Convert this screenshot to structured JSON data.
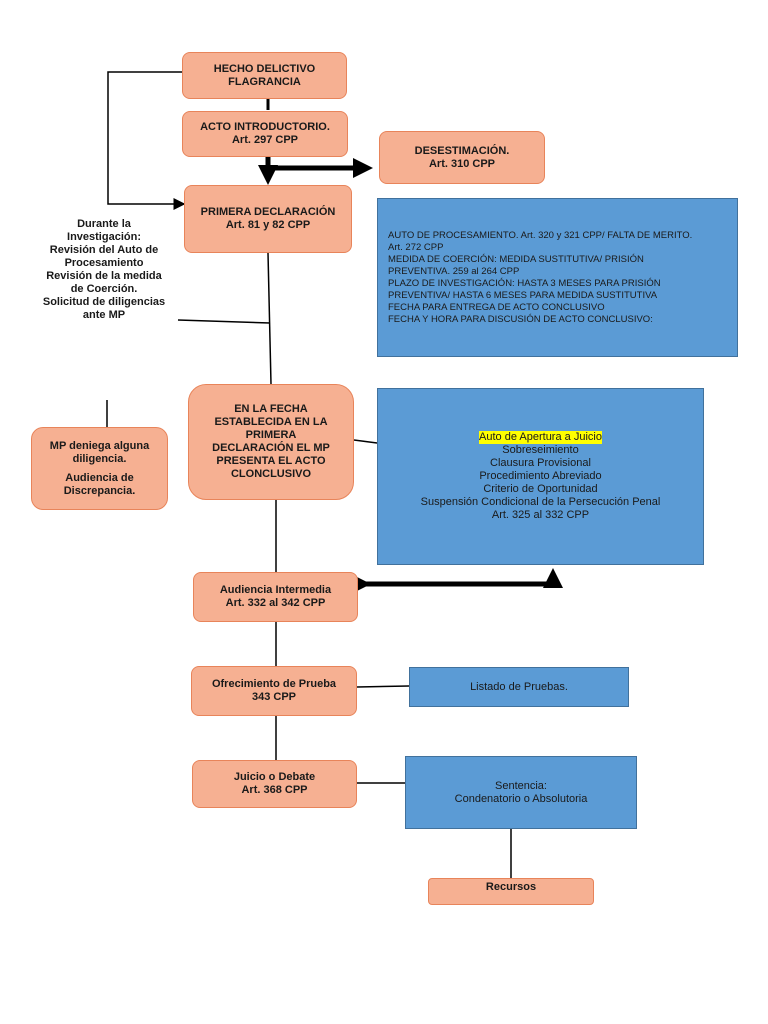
{
  "nodes": {
    "hecho": [
      "HECHO DELICTIVO",
      "FLAGRANCIA"
    ],
    "acto": [
      "ACTO INTRODUCTORIO.",
      "Art. 297 CPP"
    ],
    "desestimacion": [
      "DESESTIMACIÓN.",
      "Art. 310 CPP"
    ],
    "primera": [
      "PRIMERA DECLARACIÓN",
      "Art. 81 y 82 CPP"
    ],
    "durante": [
      "Durante la",
      "Investigación:",
      "Revisión del Auto de",
      "Procesamiento",
      "Revisión de la medida",
      "de Coerción.",
      "Solicitud de diligencias",
      "ante MP"
    ],
    "mp_deniega": [
      "MP deniega alguna",
      "diligencia."
    ],
    "audiencia_discrepancia": [
      "Audiencia de",
      "Discrepancia."
    ],
    "auto_procesamiento": [
      "AUTO DE PROCESAMIENTO. Art. 320 y 321 CPP/ FALTA DE MERITO.",
      "Art. 272 CPP",
      "MEDIDA DE COERCIÓN: MEDIDA SUSTITUTIVA/ PRISIÓN",
      "PREVENTIVA. 259 al 264 CPP",
      "PLAZO DE INVESTIGACIÓN: HASTA 3 MESES PARA PRISIÓN",
      "PREVENTIVA/ HASTA 6 MESES PARA MEDIDA SUSTITUTIVA",
      "FECHA PARA ENTREGA DE ACTO CONCLUSIVO",
      "FECHA Y HORA PARA DISCUSIÓN DE ACTO CONCLUSIVO:"
    ],
    "fecha": [
      "EN LA FECHA",
      "ESTABLECIDA EN LA",
      "PRIMERA",
      "DECLARACIÓN EL MP",
      "PRESENTA EL ACTO",
      "CLONCLUSIVO"
    ],
    "auto_apertura": {
      "highlight": "Auto de Apertura a Juicio",
      "lines": [
        "Sobreseimiento",
        "Clausura Provisional",
        "Procedimiento Abreviado",
        "Criterio de Oportunidad",
        "Suspensión Condicional de la Persecución Penal",
        "Art. 325 al 332 CPP"
      ]
    },
    "intermedia": [
      "Audiencia Intermedia",
      "Art. 332 al 342 CPP"
    ],
    "ofrecimiento": [
      "Ofrecimiento de Prueba",
      "343 CPP"
    ],
    "listado": [
      "Listado de Pruebas."
    ],
    "juicio": [
      "Juicio o Debate",
      "Art. 368 CPP"
    ],
    "sentencia": [
      "Sentencia:",
      "Condenatorio o Absolutoria"
    ],
    "recursos": [
      "Recursos"
    ]
  },
  "colors": {
    "salmon_fill": "#f6b092",
    "salmon_border": "#e8845a",
    "blue_fill": "#5b9bd5",
    "blue_border": "#41719c",
    "highlight": "#ffff00"
  }
}
